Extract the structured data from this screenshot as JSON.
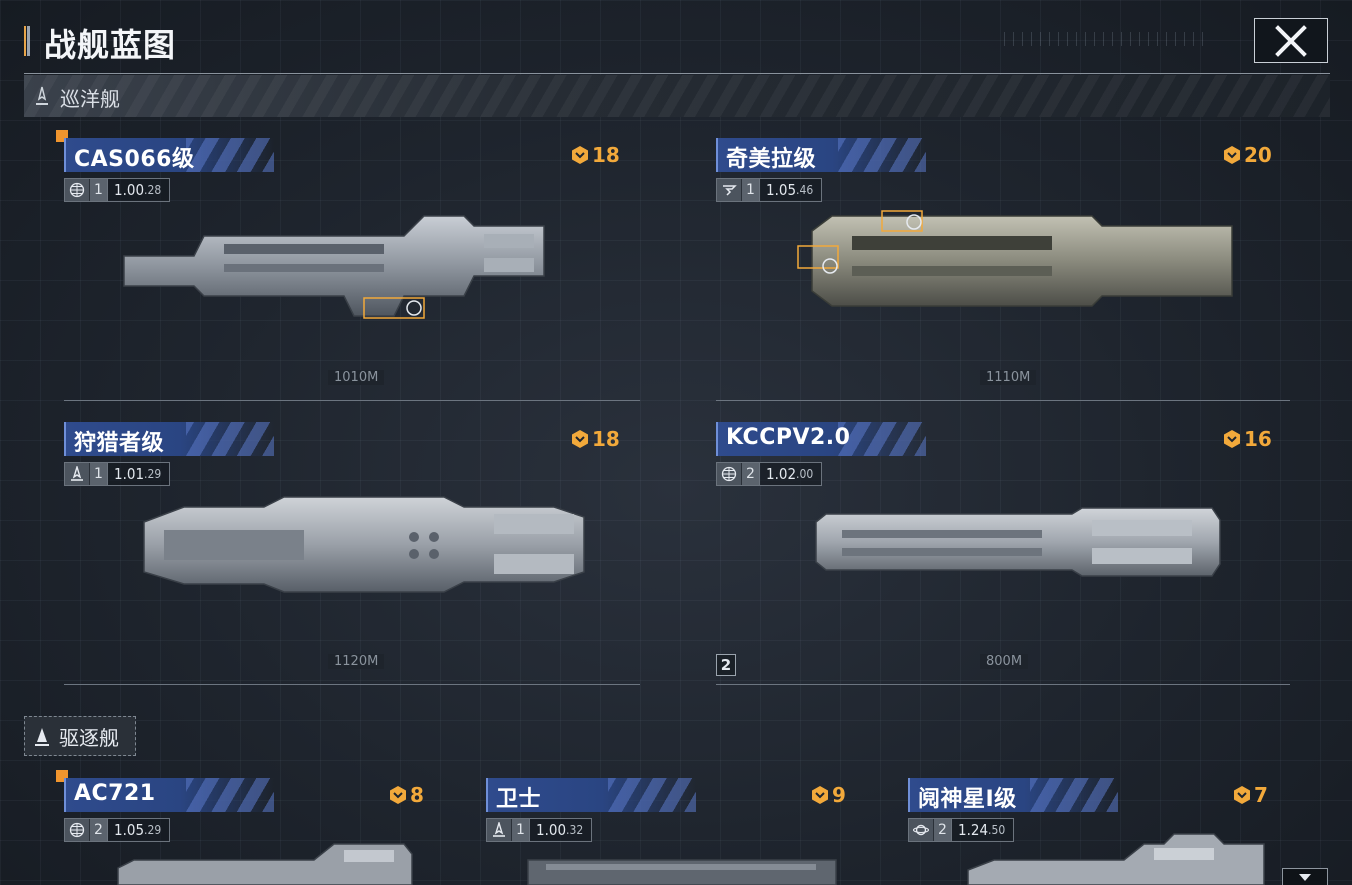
{
  "page": {
    "title": "战舰蓝图",
    "close_icon": "close-x-icon"
  },
  "sections": [
    {
      "label": "巡洋舰",
      "icon": "cruiser-class-icon",
      "cards": [
        {
          "name": "CAS066级",
          "cost": "18",
          "faction_icon": "globe-icon",
          "level": "1",
          "version_main": "1.00",
          "version_sub": ".28",
          "length": "1010M",
          "is_new": true
        },
        {
          "name": "奇美拉级",
          "cost": "20",
          "faction_icon": "winged-emblem-icon",
          "level": "1",
          "version_main": "1.05",
          "version_sub": ".46",
          "length": "1110M",
          "is_new": false
        },
        {
          "name": "狩猎者级",
          "cost": "18",
          "faction_icon": "cruiser-class-icon",
          "level": "1",
          "version_main": "1.01",
          "version_sub": ".29",
          "length": "1120M",
          "is_new": false
        },
        {
          "name": "KCCPV2.0",
          "cost": "16",
          "faction_icon": "globe-icon",
          "level": "2",
          "version_main": "1.02",
          "version_sub": ".00",
          "length": "800M",
          "is_new": false
        }
      ]
    },
    {
      "label": "驱逐舰",
      "icon": "destroyer-class-icon",
      "cards": [
        {
          "name": "AC721",
          "cost": "8",
          "faction_icon": "globe-icon",
          "level": "2",
          "version_main": "1.05",
          "version_sub": ".29",
          "is_new": true
        },
        {
          "name": "卫士",
          "cost": "9",
          "faction_icon": "cruiser-class-icon",
          "level": "1",
          "version_main": "1.00",
          "version_sub": ".32",
          "is_new": false
        },
        {
          "name": "阋神星I级",
          "cost": "7",
          "faction_icon": "planet-emblem-icon",
          "level": "2",
          "version_main": "1.24",
          "version_sub": ".50",
          "is_new": false
        }
      ]
    }
  ],
  "badges": {
    "tier_a": "2"
  },
  "colors": {
    "cost": "#f2a93b",
    "name_bar": "#2f4b8d",
    "new_marker": "#f0952e"
  }
}
